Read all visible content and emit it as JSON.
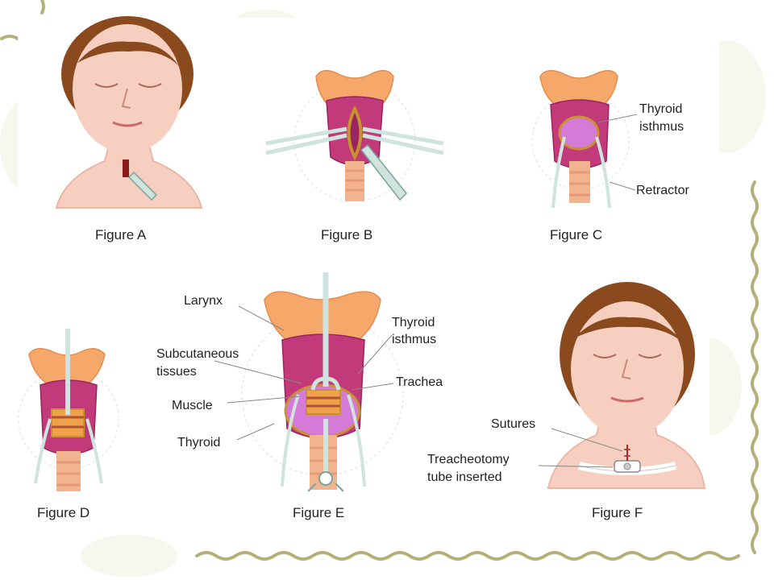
{
  "captions": {
    "a": "Figure A",
    "b": "Figure B",
    "c": "Figure C",
    "d": "Figure D",
    "e": "Figure E",
    "f": "Figure F"
  },
  "labels": {
    "c_thyroid_isthmus_1": "Thyroid",
    "c_thyroid_isthmus_2": "isthmus",
    "c_retractor": "Retractor",
    "e_larynx": "Larynx",
    "e_thyroid_isthmus_1": "Thyroid",
    "e_thyroid_isthmus_2": "isthmus",
    "e_subcutaneous_1": "Subcutaneous",
    "e_subcutaneous_2": "tissues",
    "e_trachea": "Trachea",
    "e_muscle": "Muscle",
    "e_thyroid": "Thyroid",
    "f_sutures": "Sutures",
    "f_tube_1": "Treacheotomy",
    "f_tube_2": "tube inserted"
  },
  "colors": {
    "skin": "#f6cfc0",
    "skin_shade": "#eab6a4",
    "hair": "#8a4a1e",
    "cartilage": "#f5a86a",
    "cartilage_light": "#fbd09a",
    "tissue": "#c23a7a",
    "tissue_dark": "#9a2460",
    "trachea": "#f2b48e",
    "trachea_ring": "#e79a76",
    "incision": "#c8922e",
    "instrument": "#cfe3df",
    "frame_line": "#b5b07a",
    "leaf_bg": "#eef0dc"
  }
}
